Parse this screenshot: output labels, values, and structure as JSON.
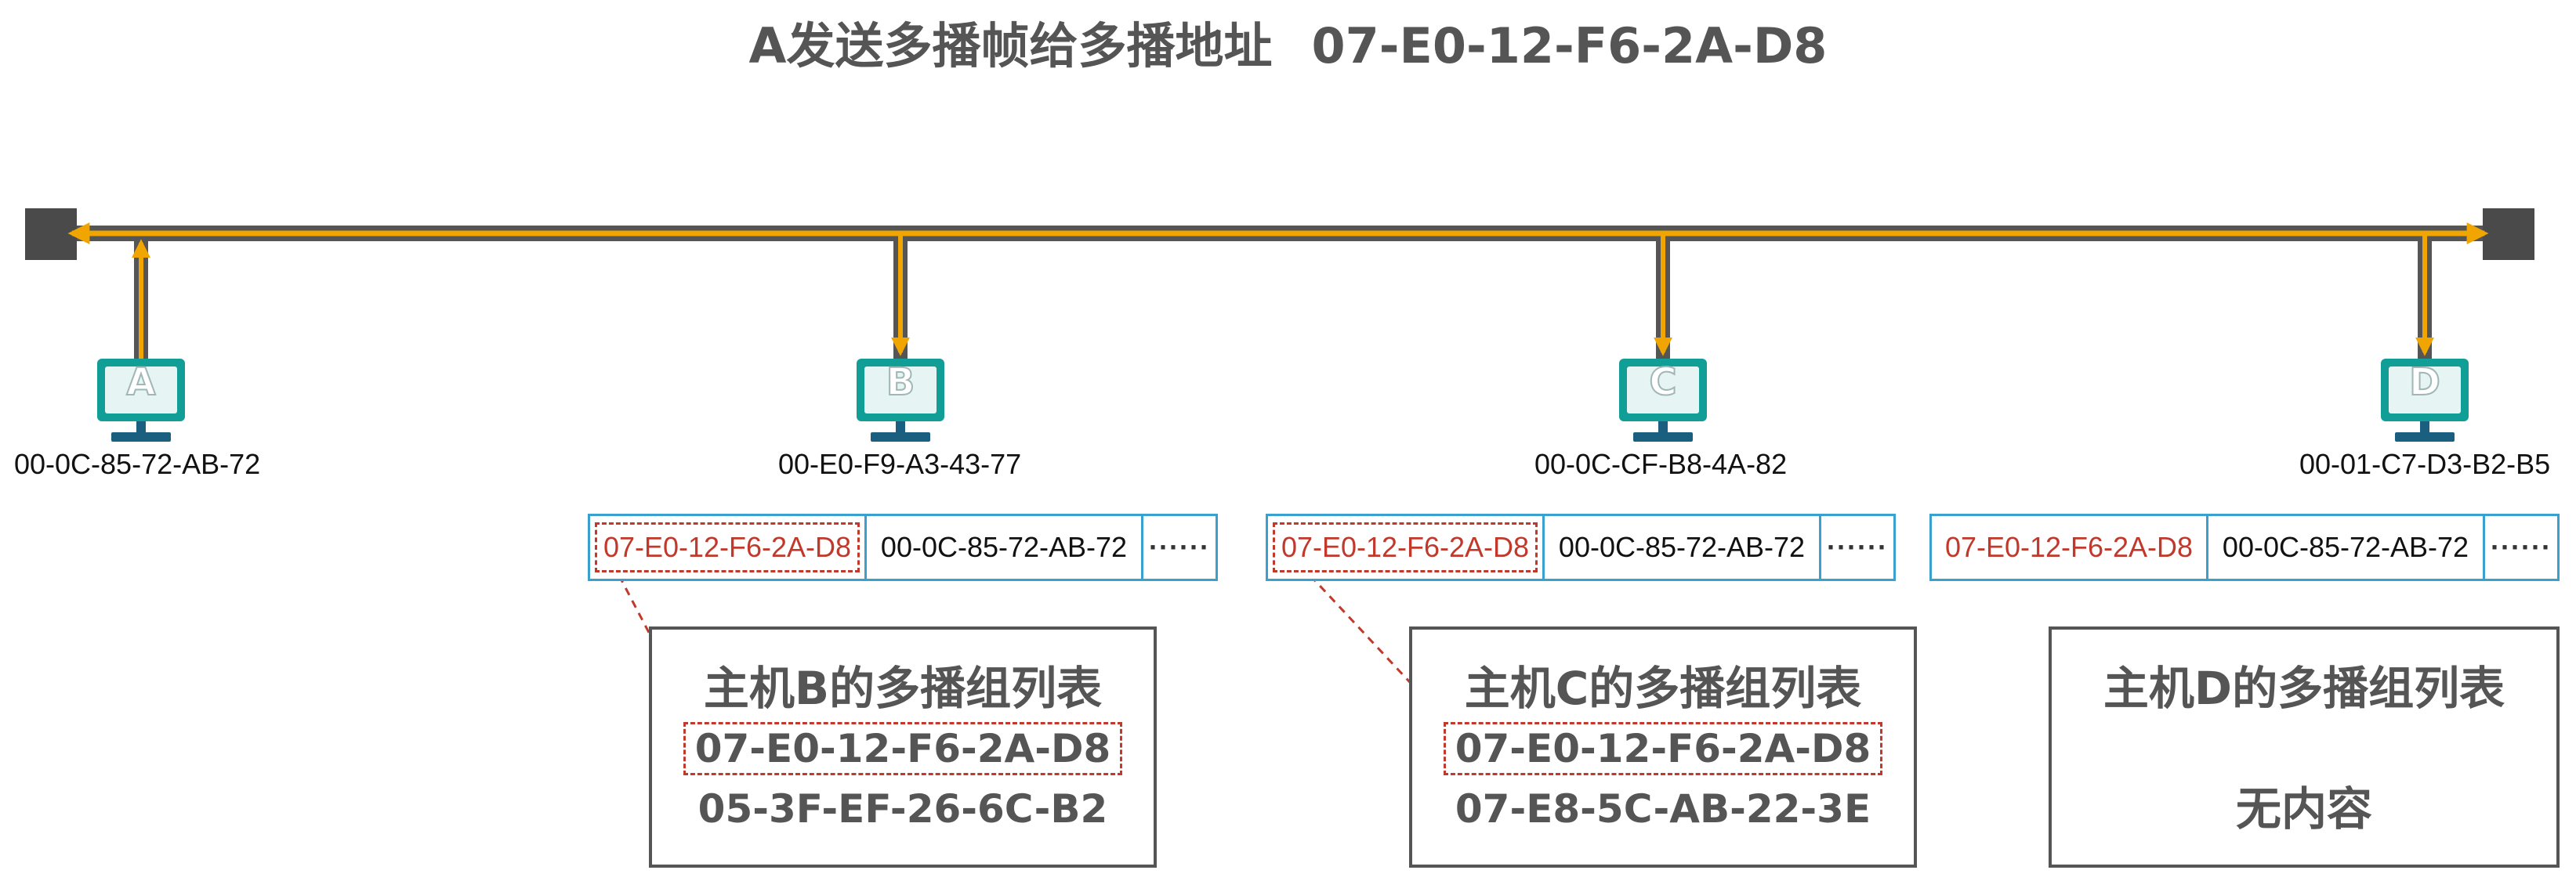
{
  "title": {
    "text": "A发送多播帧给多播地址",
    "address": "07-E0-12-F6-2A-D8"
  },
  "colors": {
    "bus": "#555555",
    "signal": "#f0a500",
    "host_screen": "#119e97",
    "host_stand": "#1a5f80",
    "frame_border": "#3aa0cf",
    "highlight": "#c0392b",
    "text_gray": "#555555"
  },
  "hosts": [
    {
      "letter": "A",
      "mac": "00-0C-85-72-AB-72"
    },
    {
      "letter": "B",
      "mac": "00-E0-F9-A3-43-77"
    },
    {
      "letter": "C",
      "mac": "00-0C-CF-B8-4A-82"
    },
    {
      "letter": "D",
      "mac": "00-01-C7-D3-B2-B5"
    }
  ],
  "frames": [
    {
      "dst": "07-E0-12-F6-2A-D8",
      "src": "00-0C-85-72-AB-72",
      "dots": "······"
    },
    {
      "dst": "07-E0-12-F6-2A-D8",
      "src": "00-0C-85-72-AB-72",
      "dots": "······"
    },
    {
      "dst": "07-E0-12-F6-2A-D8",
      "src": "00-0C-85-72-AB-72",
      "dots": "······"
    }
  ],
  "groups": [
    {
      "title": "主机B的多播组列表",
      "addresses": [
        "07-E0-12-F6-2A-D8",
        "05-3F-EF-26-6C-B2"
      ]
    },
    {
      "title": "主机C的多播组列表",
      "addresses": [
        "07-E0-12-F6-2A-D8",
        "07-E8-5C-AB-22-3E"
      ]
    },
    {
      "title": "主机D的多播组列表",
      "empty_text": "无内容"
    }
  ]
}
